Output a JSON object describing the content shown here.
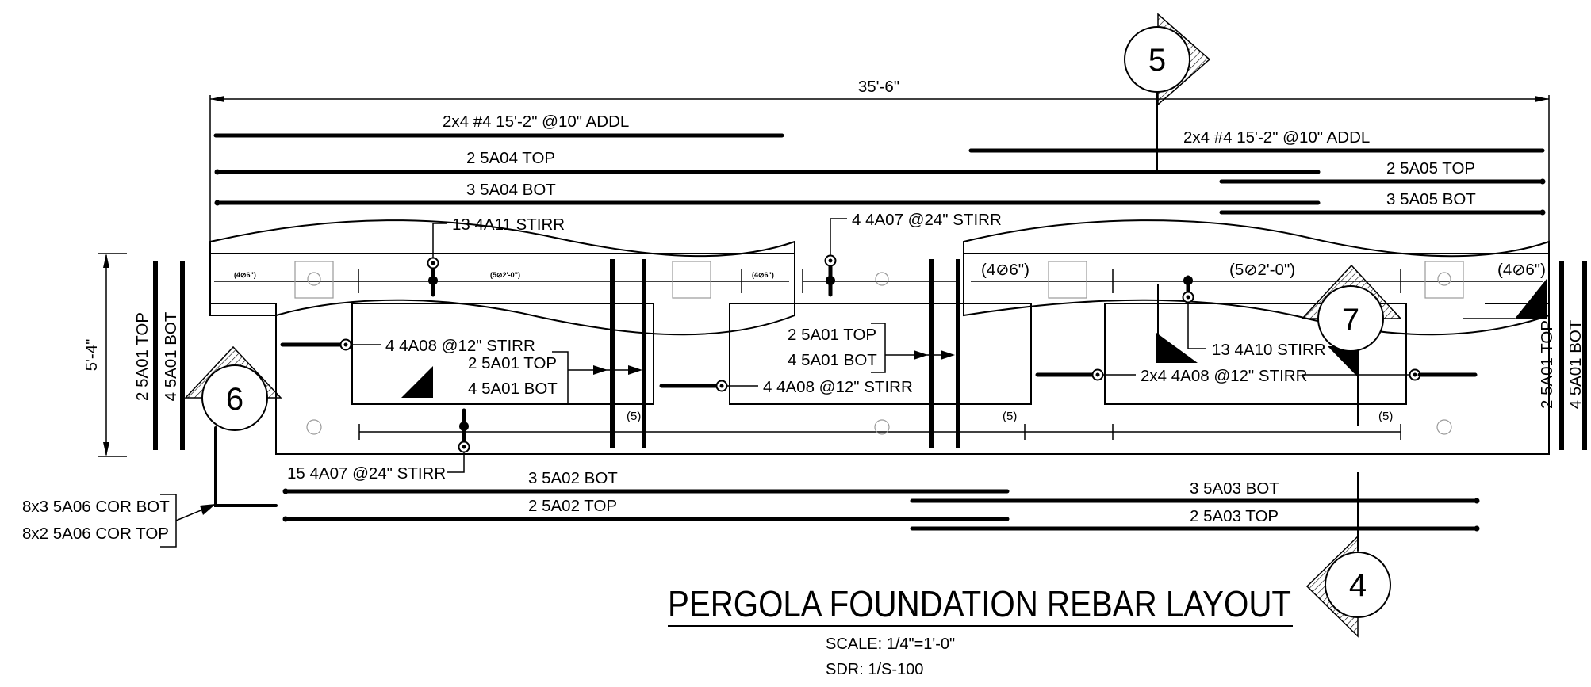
{
  "title": "PERGOLA FOUNDATION REBAR LAYOUT",
  "scale": "SCALE: 1/4\"=1'-0\"",
  "sdr": "SDR: 1/S-100",
  "dimensions": {
    "overall": "35'-6\"",
    "height": "5'-4\"",
    "seg_left_a": "(4⊘6\")",
    "seg_left_b": "(5⊘2'-0\")",
    "seg_left_c": "(4⊘6\")",
    "seg_right_a": "(4⊘6\")",
    "seg_right_b": "(5⊘2'-0\")",
    "seg_right_c": "(4⊘6\")",
    "count_1": "(5)",
    "count_2": "(5)",
    "count_3": "(5)"
  },
  "bubbles": {
    "b4": "4",
    "b5": "5",
    "b6": "6",
    "b7": "7"
  },
  "rebar": {
    "addl_left": "2x4 #4 15'-2\" @10\" ADDL",
    "addl_right": "2x4 #4 15'-2\" @10\" ADDL",
    "top_5a04": "2 5A04  TOP",
    "bot_5a04": "3 5A04  BOT",
    "top_5a05": "2 5A05  TOP",
    "bot_5a05": "3 5A05  BOT",
    "stirr_4a11": "13 4A11  STIRR",
    "stirr_4a07_24": "4 4A07 @24\" STIRR",
    "stirr_4a08_left": "4 4A08 @12\" STIRR",
    "top_5a01_left": "2 5A01  TOP",
    "bot_5a01_left": "4 5A01  BOT",
    "top_5a01_mid": "2 5A01  TOP",
    "bot_5a01_mid": "4 5A01  BOT",
    "stirr_4a08_mid": "4 4A08 @12\" STIRR",
    "stirr_4a10": "13 4A10  STIRR",
    "stirr_4a08_right": "2x4 4A08 @12\" STIRR",
    "stirr_4a07_15": "15 4A07 @24\" STIRR",
    "bot_5a02": "3 5A02  BOT",
    "top_5a02": "2 5A02  TOP",
    "bot_5a03": "3 5A03  BOT",
    "top_5a03": "2 5A03  TOP",
    "cor_bot": "8x3 5A06  COR BOT",
    "cor_top": "8x2 5A06  COR TOP",
    "vert_left_top": "2 5A01  TOP",
    "vert_left_bot": "4 5A01  BOT",
    "vert_right_top": "2 5A01  TOP",
    "vert_right_bot": "4 5A01  BOT"
  }
}
